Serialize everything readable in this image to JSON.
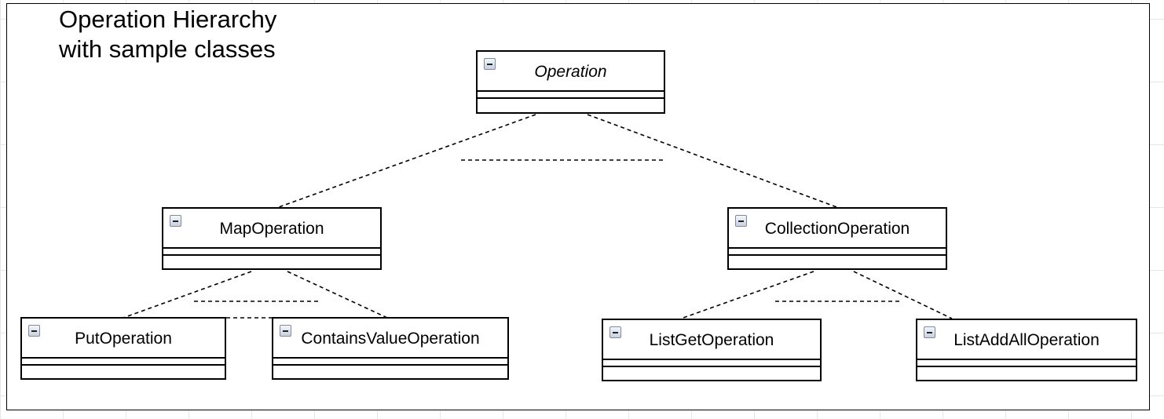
{
  "diagram": {
    "title_lines": [
      "Operation Hierarchy",
      "with sample classes"
    ],
    "classes": {
      "operation": {
        "name": "Operation",
        "abstract": true,
        "icon": "collapse-icon"
      },
      "map_operation": {
        "name": "MapOperation",
        "abstract": false,
        "icon": "collapse-icon"
      },
      "collection_operation": {
        "name": "CollectionOperation",
        "abstract": false,
        "icon": "collapse-icon"
      },
      "put_operation": {
        "name": "PutOperation",
        "abstract": false,
        "icon": "collapse-icon"
      },
      "contains_value_operation": {
        "name": "ContainsValueOperation",
        "abstract": false,
        "icon": "collapse-icon"
      },
      "list_get_operation": {
        "name": "ListGetOperation",
        "abstract": false,
        "icon": "collapse-icon"
      },
      "list_add_all_operation": {
        "name": "ListAddAllOperation",
        "abstract": false,
        "icon": "collapse-icon"
      }
    },
    "relations": [
      {
        "from": "map_operation",
        "to": "operation",
        "style": "dashed"
      },
      {
        "from": "collection_operation",
        "to": "operation",
        "style": "dashed"
      },
      {
        "from": "put_operation",
        "to": "map_operation",
        "style": "dashed"
      },
      {
        "from": "contains_value_operation",
        "to": "map_operation",
        "style": "dashed"
      },
      {
        "from": "list_get_operation",
        "to": "collection_operation",
        "style": "dashed"
      },
      {
        "from": "list_add_all_operation",
        "to": "collection_operation",
        "style": "dashed"
      }
    ],
    "colors": {
      "line": "#000000",
      "background": "#ffffff",
      "grid": "#e6e6e6"
    }
  }
}
